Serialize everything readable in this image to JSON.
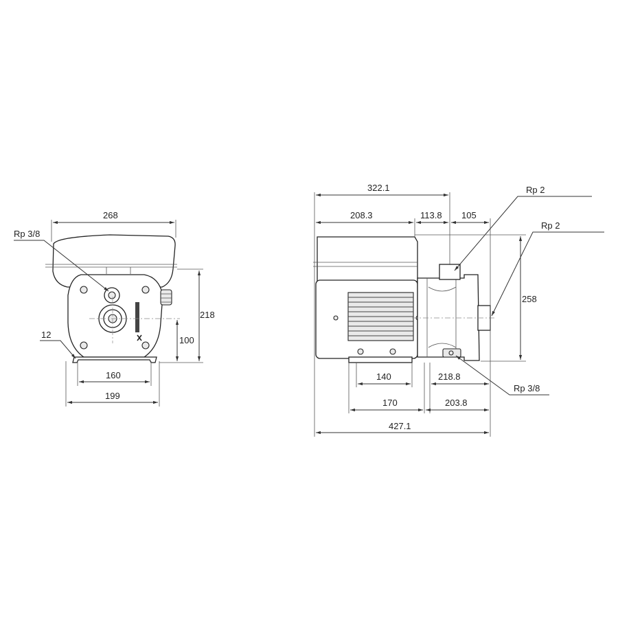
{
  "front_view": {
    "width": "268",
    "height_total": "218",
    "height_axis": "100",
    "foot_inner": "160",
    "foot_outer": "199",
    "foot_thickness": "12",
    "port": "Rp 3/8"
  },
  "side_view": {
    "top_length": "322.1",
    "motor_length": "208.3",
    "discharge_offset": "113.8",
    "discharge_to_end": "105",
    "discharge_port": "Rp 2",
    "suction_port": "Rp 2",
    "height": "258",
    "foot_spacing": "140",
    "base_to_end": "218.8",
    "drain_port": "Rp 3/8",
    "foot_span": "170",
    "foot_to_end": "203.8",
    "overall_length": "427.1"
  }
}
